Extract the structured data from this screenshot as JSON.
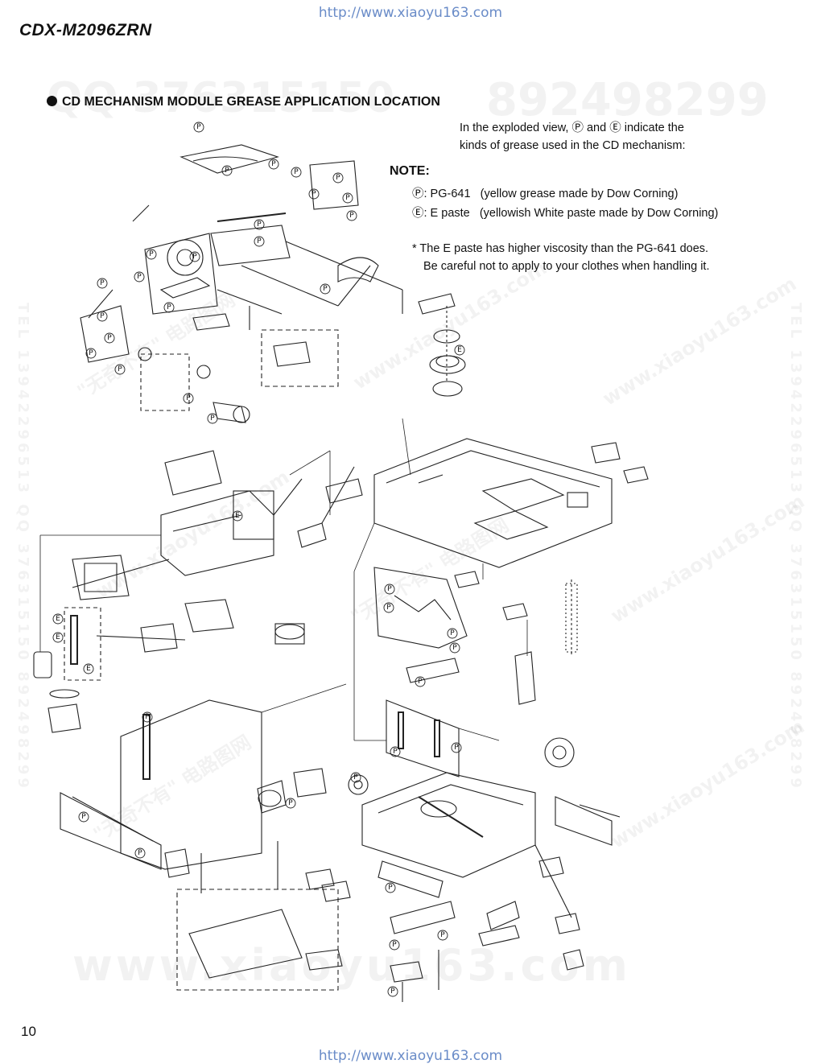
{
  "header": {
    "url_top": "http://www.xiaoyu163.com",
    "model": "CDX-M2096ZRN"
  },
  "section": {
    "title": "CD MECHANISM MODULE GREASE APPLICATION LOCATION"
  },
  "intro": {
    "line1": "In the exploded view, Ⓟ and Ⓔ indicate the",
    "line2": "kinds of grease used in the CD mechanism:"
  },
  "note": {
    "heading": "NOTE:",
    "p_line": "Ⓟ: PG-641   (yellow grease made by Dow Corning)",
    "e_line": "Ⓔ: E paste   (yellowish White paste made by Dow Corning)"
  },
  "caution": {
    "line1": "* The E paste has higher viscosity than the PG-641 does.",
    "line2": "Be careful not to apply to your clothes when handling it."
  },
  "diagram": {
    "marker_p": "P",
    "marker_e": "E"
  },
  "watermarks": {
    "qq": "QQ 376315150",
    "number": "892498299",
    "url_big": "www.xiaoyu163.com",
    "tel_vertical": "TEL 13942296513  QQ 376315150  892498299",
    "diag": "www.xiaoyu163.com",
    "diag_cn": "\"无奇不有\" 电路图网"
  },
  "footer": {
    "page_number": "10",
    "url_bottom": "http://www.xiaoyu163.com"
  }
}
